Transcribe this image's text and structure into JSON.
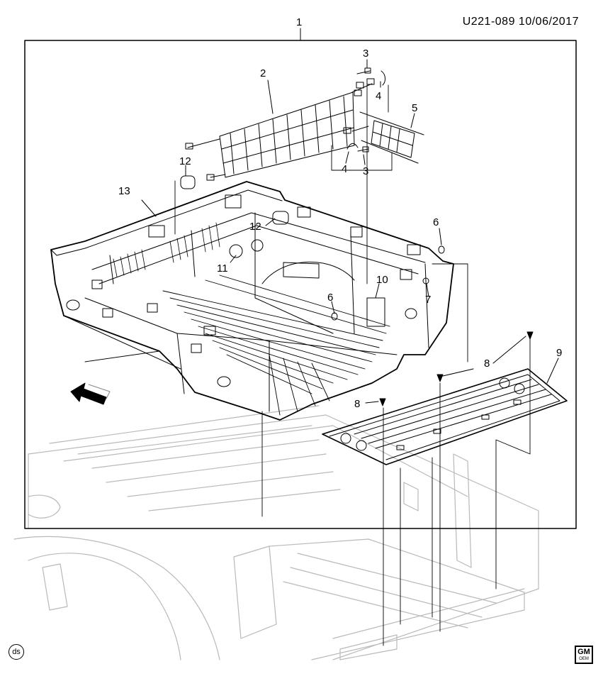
{
  "header": {
    "drawing_id": "U221-089 10/06/2017"
  },
  "callouts": {
    "c1": "1",
    "c2": "2",
    "c3a": "3",
    "c3b": "3",
    "c4a": "4",
    "c4b": "4",
    "c5": "5",
    "c6a": "6",
    "c6b": "6",
    "c7": "7",
    "c8a": "8",
    "c8b": "8",
    "c9": "9",
    "c10": "10",
    "c11": "11",
    "c12a": "12",
    "c12b": "12",
    "c13": "13"
  },
  "direction_marker": {
    "label": "FRT",
    "icon": "front-arrow-icon"
  },
  "footer": {
    "left_badge": "ds",
    "logo_text": "GM",
    "logo_subtext": "OEM"
  }
}
